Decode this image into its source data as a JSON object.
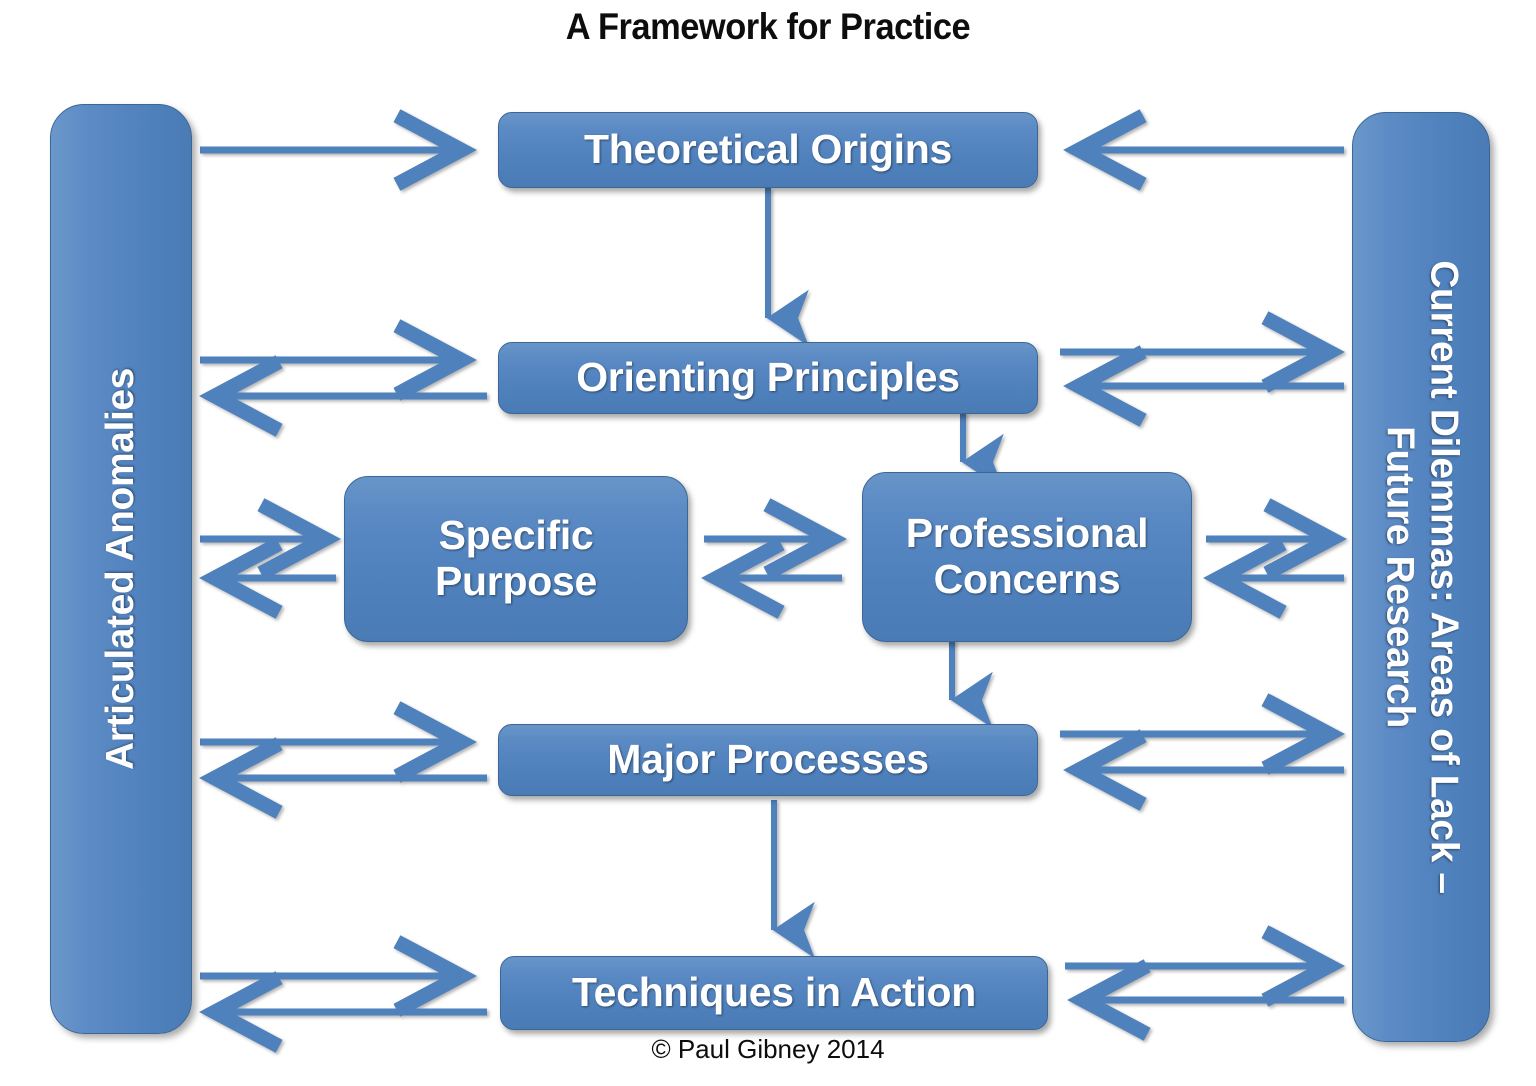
{
  "title": "A Framework for Practice",
  "copyright": "© Paul Gibney 2014",
  "colors": {
    "node_fill": "#4f81bd",
    "node_border": "#3c6795",
    "arrow": "#4f81bd",
    "text": "#ffffff",
    "title_text": "#0d0d0d",
    "background": "#ffffff"
  },
  "left_panel": {
    "name": "articulated-anomalies",
    "label": "Articulated Anomalies",
    "orientation": "vertical-bottom-to-top"
  },
  "right_panel": {
    "name": "current-dilemmas",
    "line1": "Current Dilemmas: Areas of Lack –",
    "line2": "Future Research",
    "orientation": "vertical-top-to-bottom"
  },
  "nodes": [
    {
      "id": "theoretical-origins",
      "label": "Theoretical Origins",
      "shape": "pill",
      "lines": [
        "Theoretical Origins"
      ]
    },
    {
      "id": "orienting-principles",
      "label": "Orienting Principles",
      "shape": "pill",
      "lines": [
        "Orienting Principles"
      ]
    },
    {
      "id": "specific-purpose",
      "label": "Specific Purpose",
      "shape": "round",
      "lines": [
        "Specific",
        "Purpose"
      ]
    },
    {
      "id": "professional-concerns",
      "label": "Professional Concerns",
      "shape": "round",
      "lines": [
        "Professional",
        "Concerns"
      ]
    },
    {
      "id": "major-processes",
      "label": "Major Processes",
      "shape": "pill",
      "lines": [
        "Major Processes"
      ]
    },
    {
      "id": "techniques-in-action",
      "label": "Techniques in Action",
      "shape": "pill",
      "lines": [
        "Techniques in Action"
      ]
    }
  ],
  "connections": [
    {
      "from": "articulated-anomalies",
      "to": "theoretical-origins",
      "direction": "right"
    },
    {
      "from": "current-dilemmas",
      "to": "theoretical-origins",
      "direction": "left"
    },
    {
      "from": "theoretical-origins",
      "to": "orienting-principles",
      "direction": "down"
    },
    {
      "from": "articulated-anomalies",
      "to": "orienting-principles",
      "direction": "bidirectional"
    },
    {
      "from": "orienting-principles",
      "to": "current-dilemmas",
      "direction": "bidirectional"
    },
    {
      "from": "orienting-principles",
      "to": "professional-concerns",
      "direction": "down"
    },
    {
      "from": "articulated-anomalies",
      "to": "specific-purpose",
      "direction": "bidirectional"
    },
    {
      "from": "specific-purpose",
      "to": "professional-concerns",
      "direction": "bidirectional"
    },
    {
      "from": "professional-concerns",
      "to": "current-dilemmas",
      "direction": "bidirectional"
    },
    {
      "from": "professional-concerns",
      "to": "major-processes",
      "direction": "down"
    },
    {
      "from": "articulated-anomalies",
      "to": "major-processes",
      "direction": "bidirectional"
    },
    {
      "from": "major-processes",
      "to": "current-dilemmas",
      "direction": "bidirectional"
    },
    {
      "from": "major-processes",
      "to": "techniques-in-action",
      "direction": "down"
    },
    {
      "from": "articulated-anomalies",
      "to": "techniques-in-action",
      "direction": "bidirectional"
    },
    {
      "from": "techniques-in-action",
      "to": "current-dilemmas",
      "direction": "bidirectional"
    }
  ]
}
